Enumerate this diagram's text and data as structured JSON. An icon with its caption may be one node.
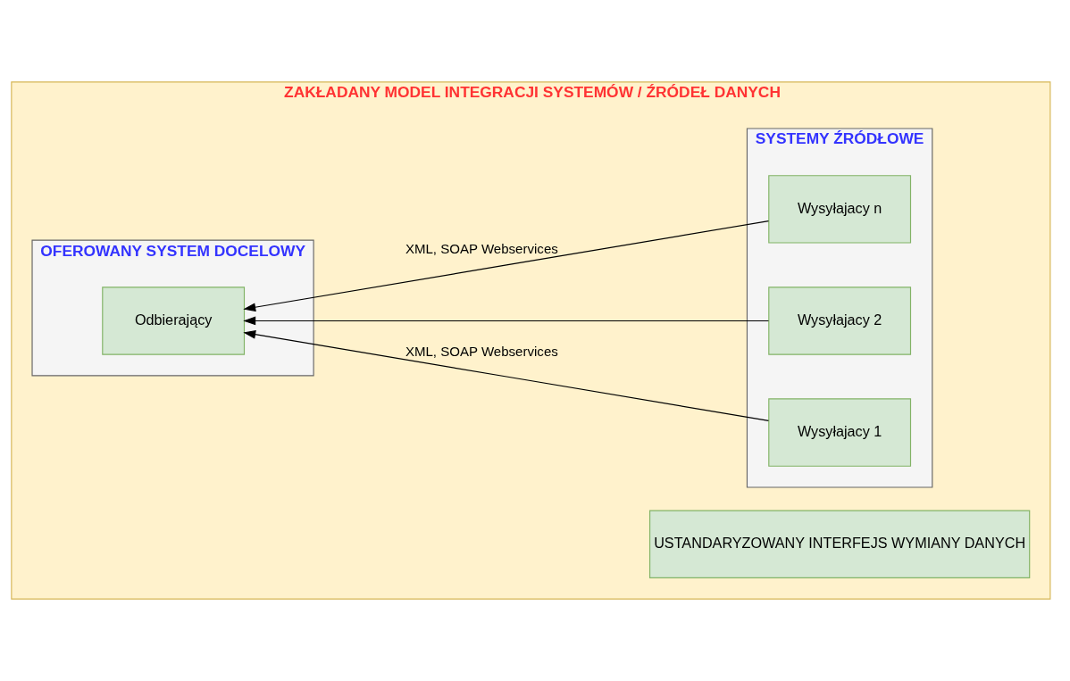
{
  "diagram": {
    "nodes": [
      {
        "text": [
          "ZAKŁADANY MODEL INTEGRACJI SYSTEMÓW / ŹRÓDEŁ DANYCH"
        ]
      },
      {
        "text": [
          "OFEROWANY SYSTEM DOCELOWY"
        ],
        "in": 0
      },
      {
        "text": [
          "USTANDARYZOWANY INTERFEJS WYMIANY DANYCH"
        ],
        "in": 0
      },
      {
        "text": [
          "SYSTEMY ŹRÓDŁOWE"
        ],
        "in": 0
      },
      {
        "text": [
          "Odbierający"
        ],
        "in": 1
      },
      {
        "text": [
          "Wysyłajacy 1"
        ],
        "in": 3
      },
      {
        "text": [
          "Wysyłajacy 2"
        ],
        "in": 3
      },
      {
        "text": [
          "Wysyłajacy n"
        ],
        "in": 3
      }
    ],
    "edges": [
      {
        "from": 5,
        "to": 4,
        "arrow": "to",
        "label": "XML, SOAP Webservices"
      },
      {
        "from": 6,
        "to": 4,
        "arrow": "to"
      },
      {
        "from": 7,
        "to": 4,
        "arrow": "to",
        "label": "XML, SOAP Webservices"
      }
    ]
  }
}
